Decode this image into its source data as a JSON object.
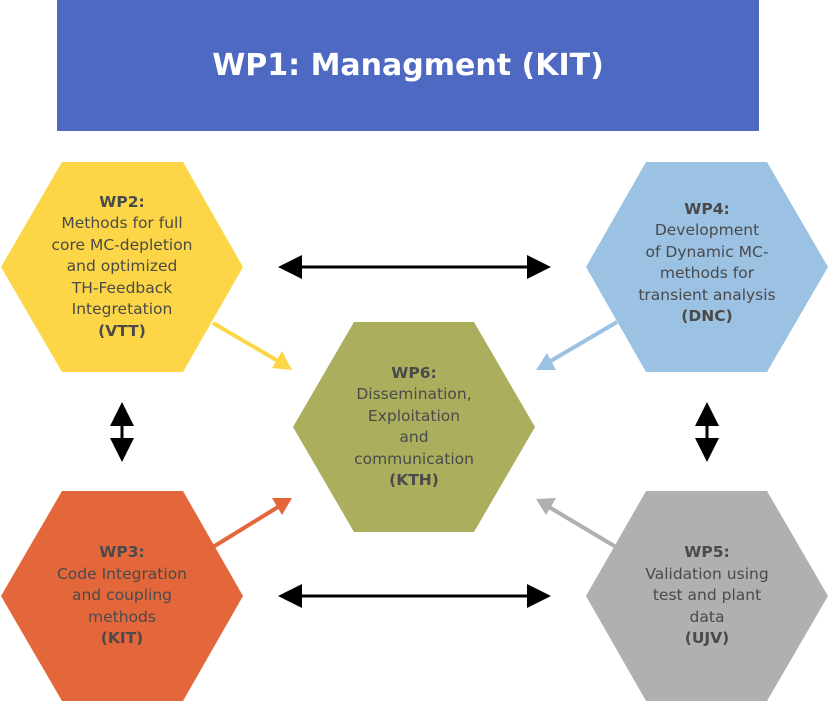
{
  "banner": {
    "title": "WP1: Managment (KIT)",
    "color": "#4e69c1"
  },
  "nodes": {
    "wp2": {
      "head": "WP2:",
      "lines": [
        "Methods for full",
        "core MC-depletion",
        "and optimized",
        "TH-Feedback",
        "Integretation"
      ],
      "org": "(VTT)",
      "color": "#fcd646"
    },
    "wp3": {
      "head": "WP3:",
      "lines": [
        "Code Integration",
        "and coupling",
        "methods"
      ],
      "org": "(KIT)",
      "color": "#e4673c"
    },
    "wp4": {
      "head": "WP4:",
      "lines": [
        "Development",
        "of Dynamic MC-",
        "methods for",
        "transient analysis"
      ],
      "org": "(DNC)",
      "color": "#9bc1e3"
    },
    "wp5": {
      "head": "WP5:",
      "lines": [
        "Validation using",
        "test and plant",
        "data"
      ],
      "org": "(UJV)",
      "color": "#b0b0b0"
    },
    "wp6": {
      "head": "WP6:",
      "lines": [
        "Dissemination,",
        "Exploitation",
        "and",
        "communication"
      ],
      "org": "(KTH)",
      "color": "#abaf5d"
    }
  }
}
